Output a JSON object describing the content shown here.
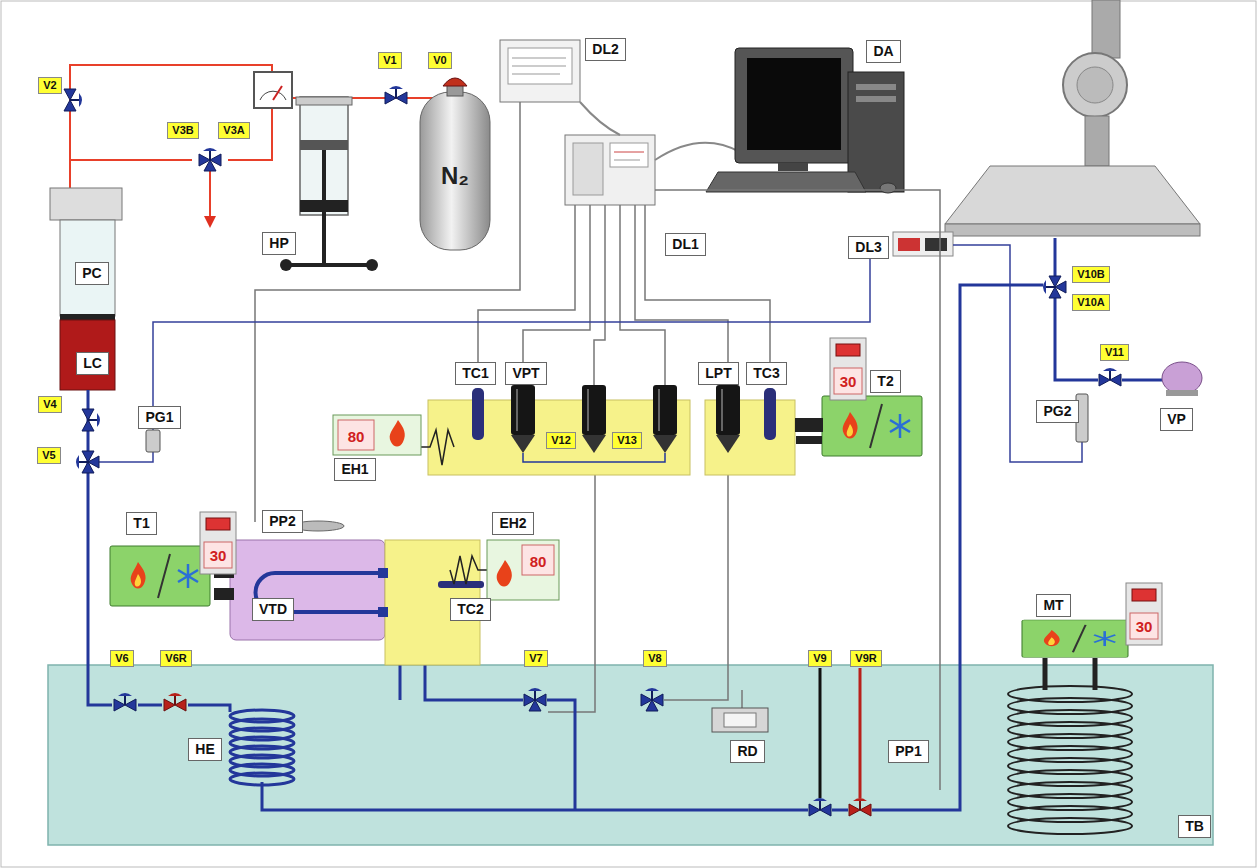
{
  "diagram": {
    "nodes": [
      {
        "text": [
          "V2"
        ]
      },
      {
        "text": [
          "V1"
        ]
      },
      {
        "text": [
          "V0"
        ]
      },
      {
        "text": [
          "DL2"
        ]
      },
      {
        "text": [
          "DA"
        ]
      },
      {
        "text": [
          "V3B"
        ]
      },
      {
        "text": [
          "V3A"
        ]
      },
      {
        "text": [
          "HP"
        ]
      },
      {
        "text": [
          "DL1"
        ]
      },
      {
        "text": [
          "DL3"
        ]
      },
      {
        "text": [
          "PC"
        ]
      },
      {
        "text": [
          "V10B"
        ]
      },
      {
        "text": [
          "V10A"
        ]
      },
      {
        "text": [
          "LC"
        ]
      },
      {
        "text": [
          "V11"
        ]
      },
      {
        "text": [
          "TC1"
        ]
      },
      {
        "text": [
          "VPT"
        ]
      },
      {
        "text": [
          "LPT"
        ]
      },
      {
        "text": [
          "TC3"
        ]
      },
      {
        "text": [
          "T2"
        ]
      },
      {
        "text": [
          "V4"
        ]
      },
      {
        "text": [
          "PG1"
        ]
      },
      {
        "text": [
          "PG2"
        ]
      },
      {
        "text": [
          "VP"
        ]
      },
      {
        "text": [
          "V12"
        ]
      },
      {
        "text": [
          "V13"
        ]
      },
      {
        "text": [
          "V5"
        ]
      },
      {
        "text": [
          "EH1"
        ]
      },
      {
        "text": [
          "T1"
        ]
      },
      {
        "text": [
          "PP2"
        ]
      },
      {
        "text": [
          "EH2"
        ]
      },
      {
        "text": [
          "VTD"
        ]
      },
      {
        "text": [
          "TC2"
        ]
      },
      {
        "text": [
          "MT"
        ]
      },
      {
        "text": [
          "V6"
        ]
      },
      {
        "text": [
          "V6R"
        ]
      },
      {
        "text": [
          "V7"
        ]
      },
      {
        "text": [
          "V8"
        ]
      },
      {
        "text": [
          "V9"
        ]
      },
      {
        "text": [
          "V9R"
        ]
      },
      {
        "text": [
          "HE"
        ]
      },
      {
        "text": [
          "RD"
        ]
      },
      {
        "text": [
          "PP1"
        ]
      },
      {
        "text": [
          "TB"
        ]
      }
    ],
    "labels": [
      "N₂",
      "30",
      "80",
      "30",
      "80",
      "30"
    ]
  }
}
